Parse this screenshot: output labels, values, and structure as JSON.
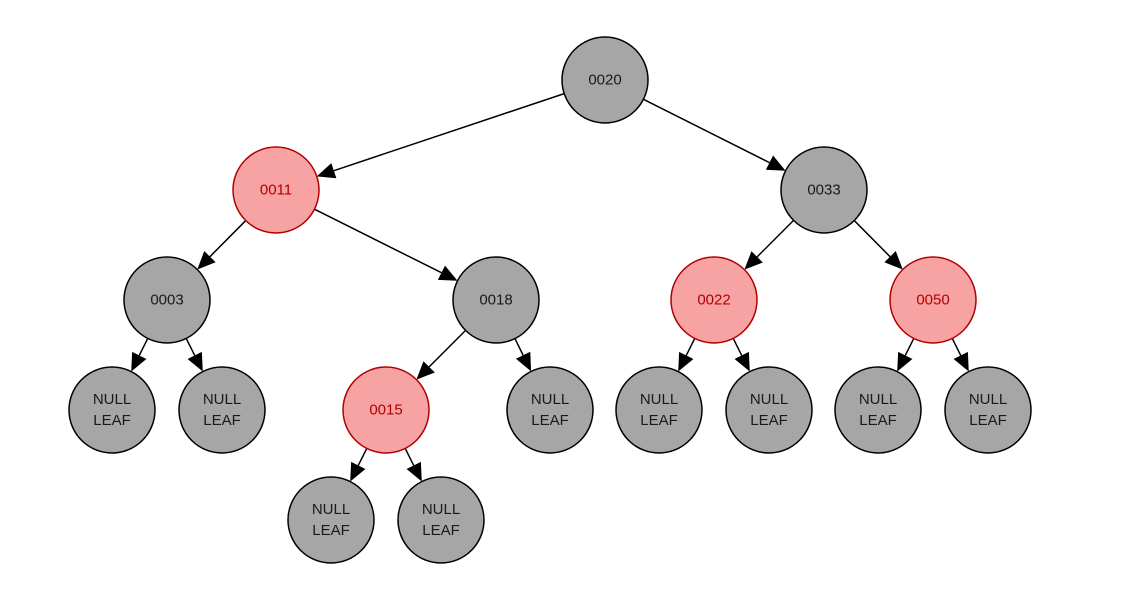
{
  "colors": {
    "black_node_fill": "#a6a6a6",
    "black_node_stroke": "#000000",
    "black_node_text": "#1a1a1a",
    "red_node_fill": "#f7a3a3",
    "red_node_stroke": "#b30000",
    "red_node_text": "#b30000",
    "edge": "#000000"
  },
  "nodes": [
    {
      "id": "n20",
      "label": "0020",
      "color": "black"
    },
    {
      "id": "n11",
      "label": "0011",
      "color": "red"
    },
    {
      "id": "n33",
      "label": "0033",
      "color": "black"
    },
    {
      "id": "n3",
      "label": "0003",
      "color": "black"
    },
    {
      "id": "n18",
      "label": "0018",
      "color": "black"
    },
    {
      "id": "n22",
      "label": "0022",
      "color": "red"
    },
    {
      "id": "n50",
      "label": "0050",
      "color": "red"
    },
    {
      "id": "n15",
      "label": "0015",
      "color": "red"
    },
    {
      "id": "l3a",
      "label": "NULL\nLEAF",
      "color": "black"
    },
    {
      "id": "l3b",
      "label": "NULL\nLEAF",
      "color": "black"
    },
    {
      "id": "l18r",
      "label": "NULL\nLEAF",
      "color": "black"
    },
    {
      "id": "l22a",
      "label": "NULL\nLEAF",
      "color": "black"
    },
    {
      "id": "l22b",
      "label": "NULL\nLEAF",
      "color": "black"
    },
    {
      "id": "l50a",
      "label": "NULL\nLEAF",
      "color": "black"
    },
    {
      "id": "l50b",
      "label": "NULL\nLEAF",
      "color": "black"
    },
    {
      "id": "l15a",
      "label": "NULL\nLEAF",
      "color": "black"
    },
    {
      "id": "l15b",
      "label": "NULL\nLEAF",
      "color": "black"
    }
  ],
  "edges": [
    {
      "from": "n20",
      "to": "n11"
    },
    {
      "from": "n20",
      "to": "n33"
    },
    {
      "from": "n11",
      "to": "n3"
    },
    {
      "from": "n11",
      "to": "n18"
    },
    {
      "from": "n33",
      "to": "n22"
    },
    {
      "from": "n33",
      "to": "n50"
    },
    {
      "from": "n3",
      "to": "l3a"
    },
    {
      "from": "n3",
      "to": "l3b"
    },
    {
      "from": "n18",
      "to": "n15"
    },
    {
      "from": "n18",
      "to": "l18r"
    },
    {
      "from": "n22",
      "to": "l22a"
    },
    {
      "from": "n22",
      "to": "l22b"
    },
    {
      "from": "n50",
      "to": "l50a"
    },
    {
      "from": "n50",
      "to": "l50b"
    },
    {
      "from": "n15",
      "to": "l15a"
    },
    {
      "from": "n15",
      "to": "l15b"
    }
  ]
}
